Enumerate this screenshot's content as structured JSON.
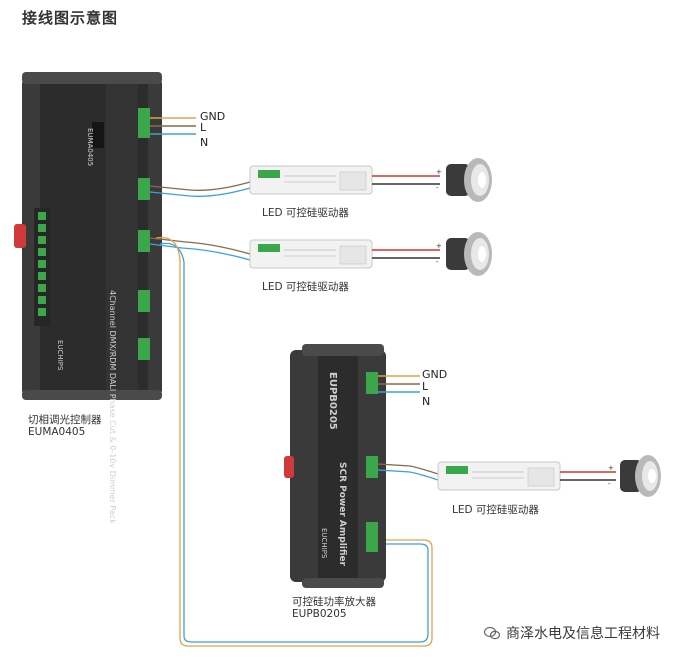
{
  "title": "接线图示意图",
  "wires": {
    "gnd": "GND",
    "l": "L",
    "n": "N",
    "colors": {
      "gnd": "#e0a24a",
      "l": "#8a6a4a",
      "n": "#3fa0d8",
      "red": "#d8332e",
      "dark": "#333333"
    }
  },
  "controller": {
    "model_text": "EUMA0405",
    "side_text": "4Channel DMX/RDM DALI Phase Cut & 0-10v Dimmer Pack",
    "brand": "EUCHIPS",
    "label_cn": "切相调光控制器",
    "label_model": "EUMA0405"
  },
  "drivers": [
    {
      "label": "LED 可控硅驱动器"
    },
    {
      "label": "LED 可控硅驱动器"
    },
    {
      "label": "LED 可控硅驱动器"
    }
  ],
  "amplifier": {
    "model_text": "EUPB0205",
    "side_text": "SCR Power Amplifier",
    "brand": "EUCHIPS",
    "label_cn": "可控硅功率放大器",
    "label_model": "EUPB0205"
  },
  "watermark": "商泽水电及信息工程材料"
}
